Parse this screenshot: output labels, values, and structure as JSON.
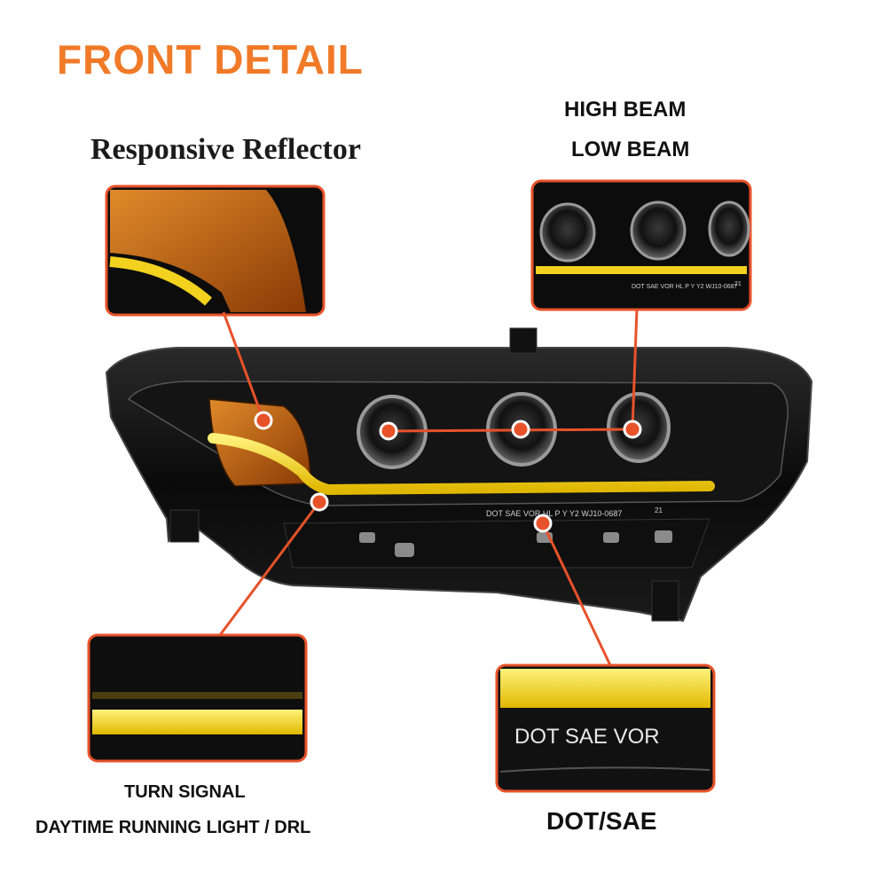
{
  "title": "FRONT DETAIL",
  "subtitle": "Responsive Reflector",
  "labels": {
    "high_beam": "HIGH BEAM",
    "low_beam": "LOW BEAM",
    "turn_signal": "TURN SIGNAL",
    "drl": "DAYTIME RUNNING LIGHT / DRL",
    "dot_sae": "DOT/SAE"
  },
  "lens_text": {
    "main_marking": "DOT SAE VOR HL P Y Y2   WJ10-0687",
    "main_marking_num": "21",
    "beam_inset_marking": "DOT SAE VOR HL P Y Y2   WJ10-0687",
    "beam_inset_num": "21",
    "dot_inset_marking": "DOT SAE VOR"
  },
  "colors": {
    "accent_orange": "#f07a28",
    "drl_yellow": "#f2d21e",
    "amber": "#c86a10",
    "housing": "#0c0c0c"
  }
}
